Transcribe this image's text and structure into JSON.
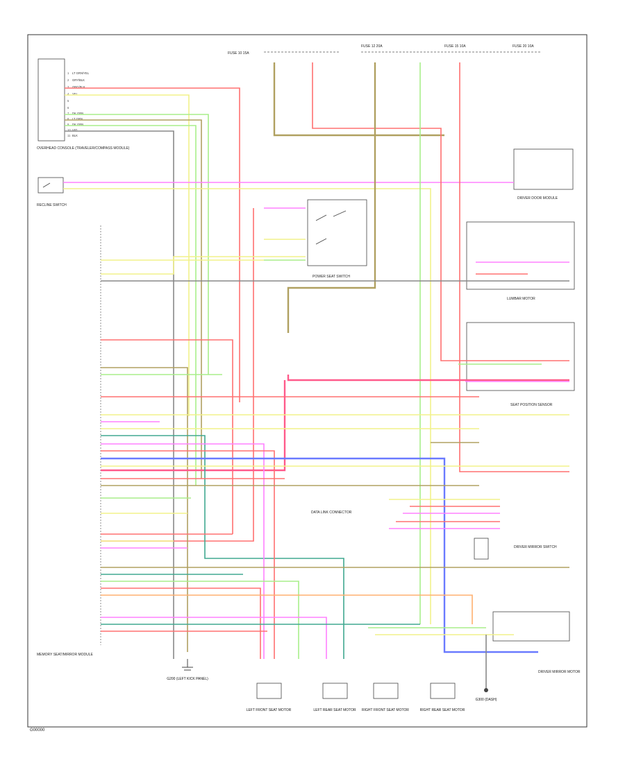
{
  "figure_code": "G00000",
  "colors": {
    "red": "#ff7070",
    "pink": "#ff80ff",
    "yellow": "#f2f28a",
    "green": "#a8ee8a",
    "olive": "#b0a060",
    "blue": "#6a7aff",
    "teal": "#40a890",
    "gray": "#888888",
    "orange": "#ffb070",
    "hotpink": "#ff5a8a",
    "darkgray": "#444444"
  },
  "components": {
    "overhead_console": "OVERHEAD CONSOLE (TRAVELER/COMPASS MODULE)",
    "recline_switch": "RECLINE SWITCH",
    "memory_module": "MEMORY SEAT/MIRROR MODULE",
    "power_seat_switch": "POWER SEAT SWITCH",
    "driver_door_module": "DRIVER DOOR MODULE",
    "lumbar_motor": "LUMBAR MOTOR",
    "seat_position": "SEAT POSITION SENSOR",
    "driver_mirror_switch": "DRIVER MIRROR SWITCH",
    "driver_mirror_motor": "DRIVER MIRROR MOTOR",
    "ground_left": "G200 (LEFT KICK PANEL)",
    "ground_right": "G300 (DASH)",
    "motor_1": "LEFT FRONT SEAT MOTOR",
    "motor_2": "LEFT REAR SEAT MOTOR",
    "motor_3": "RIGHT FRONT SEAT MOTOR",
    "motor_4": "RIGHT REAR SEAT MOTOR",
    "fuse_1": "FUSE 10 15A",
    "fuse_2": "FUSE 12 20A",
    "fuse_3": "FUSE 15 10A",
    "fuse_4": "FUSE 20 10A",
    "diagnostic": "DATA LINK CONNECTOR"
  }
}
